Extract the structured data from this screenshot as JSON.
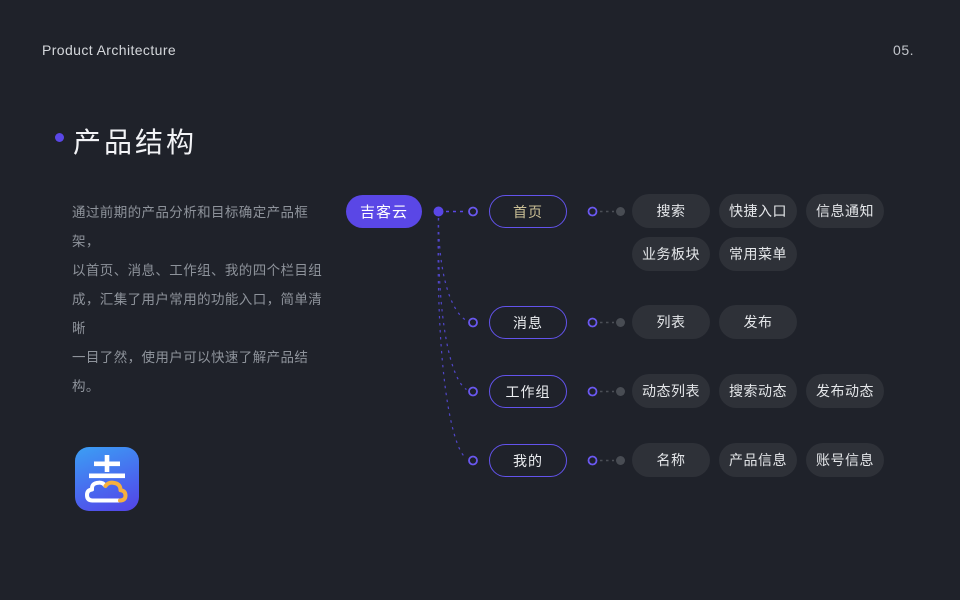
{
  "page": {
    "background": "#1f222a",
    "accent_purple": "#5a47e6",
    "leaf_pill_bg": "#2e3138",
    "highlight_text": "#cbc096"
  },
  "header": {
    "label": "Product Architecture",
    "page_number": "05."
  },
  "section": {
    "title": "产品结构",
    "description": "通过前期的产品分析和目标确定产品框架，\n以首页、消息、工作组、我的四个栏目组\n成，汇集了用户常用的功能入口，简单清晰\n一目了然，使用户可以快速了解产品结构。"
  },
  "tree": {
    "root": {
      "label": "吉客云"
    },
    "branches": [
      {
        "label": "首页",
        "children": [
          "搜索",
          "快捷入口",
          "信息通知",
          "业务板块",
          "常用菜单"
        ]
      },
      {
        "label": "消息",
        "children": [
          "列表",
          "发布"
        ]
      },
      {
        "label": "工作组",
        "children": [
          "动态列表",
          "搜索动态",
          "发布动态"
        ]
      },
      {
        "label": "我的",
        "children": [
          "名称",
          "产品信息",
          "账号信息"
        ]
      }
    ]
  },
  "logo": {
    "name": "吉客云 app icon",
    "glyph": "吉",
    "cloud_accent": "#f6b03e"
  }
}
